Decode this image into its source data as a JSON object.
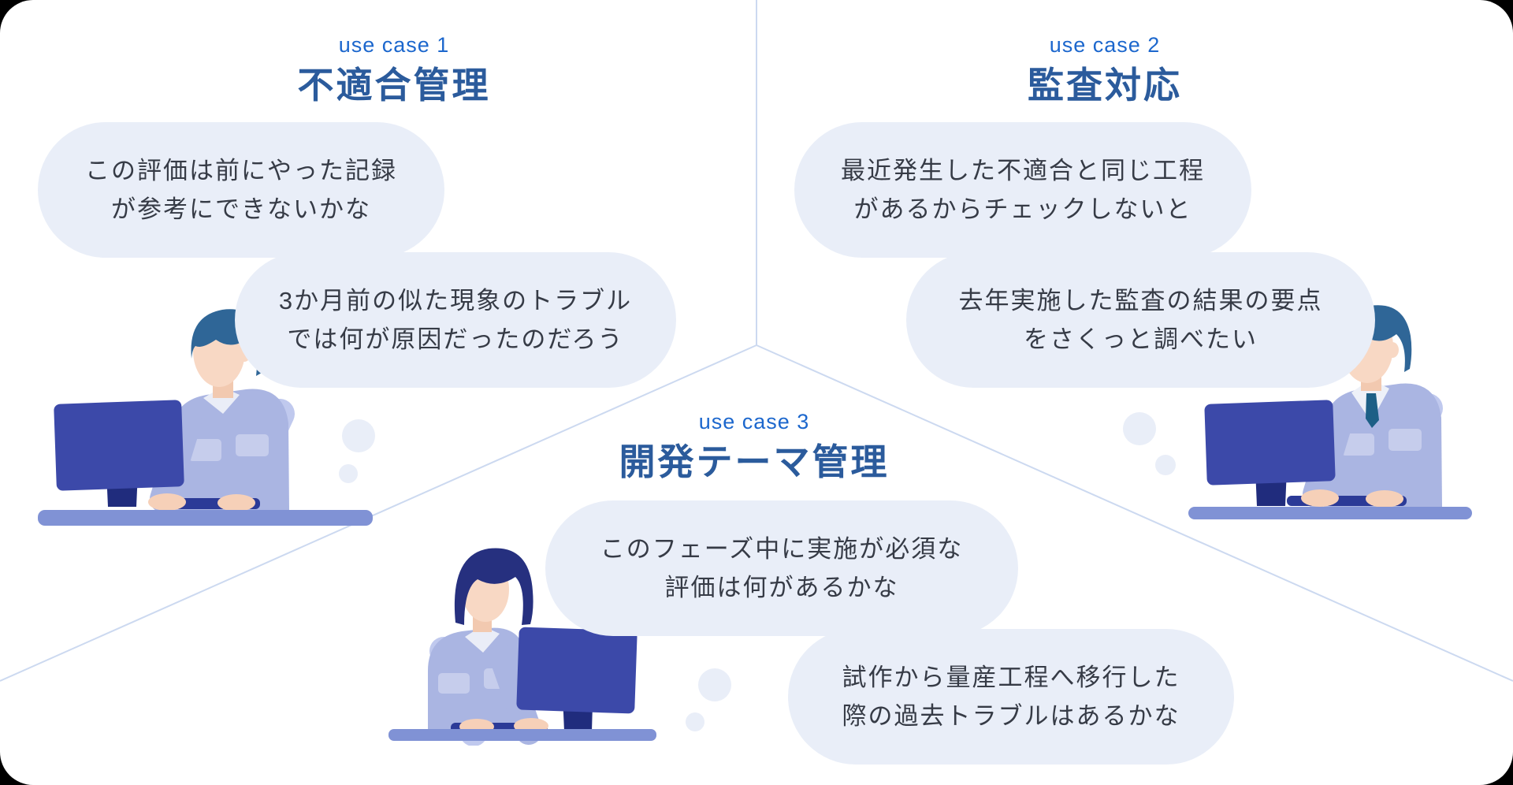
{
  "canvas": {
    "outer_bg": "#000000",
    "page_bg": "#ffffff",
    "divider_color": "#ccd9f0"
  },
  "palette": {
    "label_blue": "#1c67cd",
    "title_navy": "#2b5b9c",
    "bubble_bg": "#e9eef8",
    "bubble_text": "#363b46",
    "desk": "#8092d5",
    "monitor": "#3c49a9",
    "monitor_stand": "#202c7d",
    "keyboard": "#2b3a97",
    "shirt": "#aab5e2",
    "shirt_light": "#c0c9ee",
    "pocket": "#c6cdec",
    "collar": "#eaedf7",
    "skin": "#f8d8c4",
    "skin_shadow": "#f2c9b0",
    "hair_male": "#2f6697",
    "hair_female": "#26307f",
    "tie": "#1d5f86"
  },
  "use_cases": [
    {
      "label": "use case 1",
      "title": "不適合管理",
      "person": "male-factory-worker",
      "bubbles": [
        {
          "lines": [
            "この評価は前にやった記録",
            "が参考にできないかな"
          ]
        },
        {
          "lines": [
            "3か月前の似た現象のトラブル",
            "では何が原因だったのだろう"
          ]
        }
      ]
    },
    {
      "label": "use case 2",
      "title": "監査対応",
      "person": "male-worker-with-tie",
      "bubbles": [
        {
          "lines": [
            "最近発生した不適合と同じ工程",
            "があるからチェックしないと"
          ]
        },
        {
          "lines": [
            "去年実施した監査の結果の要点",
            "をさくっと調べたい"
          ]
        }
      ]
    },
    {
      "label": "use case 3",
      "title": "開発テーマ管理",
      "person": "female-worker",
      "bubbles": [
        {
          "lines": [
            "このフェーズ中に実施が必須な",
            "評価は何があるかな"
          ]
        },
        {
          "lines": [
            "試作から量産工程へ移行した",
            "際の過去トラブルはあるかな"
          ]
        }
      ]
    }
  ]
}
